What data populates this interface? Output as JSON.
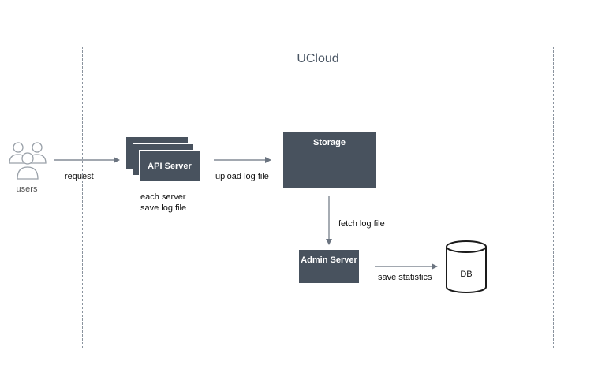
{
  "boundary": {
    "title": "UCloud"
  },
  "users": {
    "label": "users",
    "icon": "users-icon"
  },
  "api_server": {
    "label": "API Server",
    "note_line1": "each server",
    "note_line2": "save log file"
  },
  "storage": {
    "label": "Storage"
  },
  "admin_server": {
    "label": "Admin Server"
  },
  "db": {
    "label": "DB",
    "icon": "database-icon"
  },
  "edges": {
    "users_to_api": "request",
    "api_to_storage": "upload log file",
    "storage_to_admin": "fetch log file",
    "admin_to_db": "save statistics"
  },
  "colors": {
    "box_fill": "#48525e",
    "arrow": "#6b7480",
    "boundary_stroke": "#8a939e",
    "title": "#4a5664"
  }
}
